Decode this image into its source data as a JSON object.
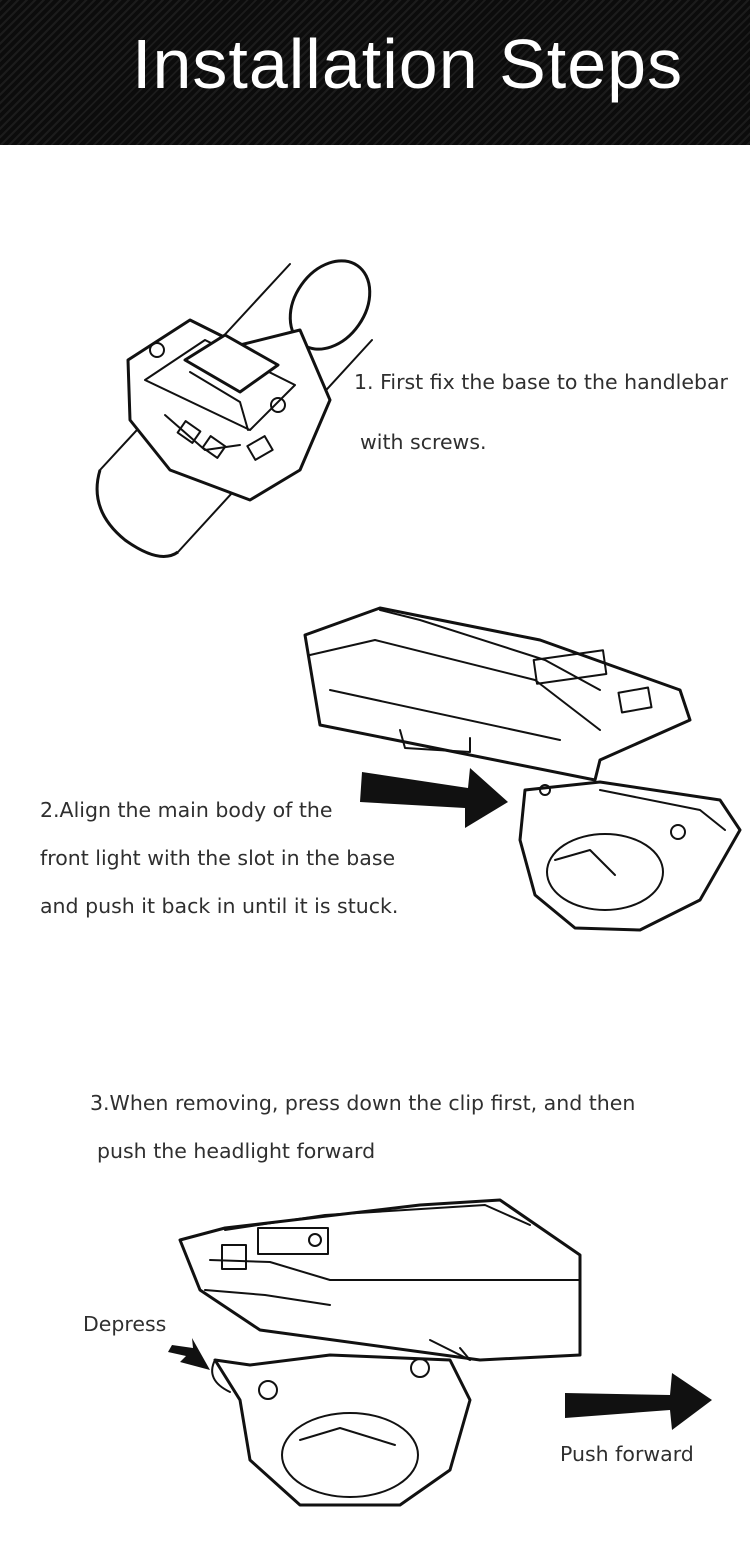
{
  "header": {
    "title": "Installation Steps",
    "background": "#111111",
    "title_color": "#ffffff"
  },
  "steps": [
    {
      "lines": [
        "1. First fix the base to the handlebar",
        "with screws."
      ]
    },
    {
      "lines": [
        "2.Align the main body of the",
        "front light with the slot in the base",
        "and push it back in until it is stuck."
      ]
    },
    {
      "lines": [
        "3.When removing, press down the clip first, and then",
        "push the headlight forward"
      ]
    }
  ],
  "callouts": {
    "depress": "Depress",
    "push_forward": "Push forward"
  },
  "icons": [
    "handlebar-mount-illustration",
    "headlight-insert-illustration",
    "headlight-remove-illustration",
    "arrow-right-icon",
    "arrow-down-right-icon"
  ]
}
